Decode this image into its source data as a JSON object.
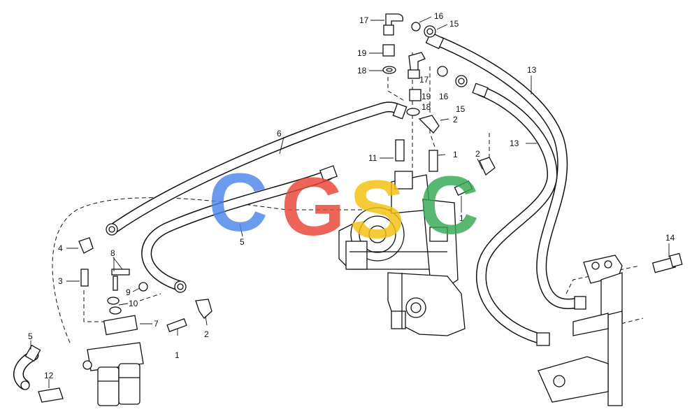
{
  "callouts": {
    "c1a": "1",
    "c1b": "1",
    "c1c": "1",
    "c2a": "2",
    "c2b": "2",
    "c2c": "2",
    "c3": "3",
    "c4": "4",
    "c5a": "5",
    "c5b": "5",
    "c6": "6",
    "c7": "7",
    "c8": "8",
    "c9": "9",
    "c10": "10",
    "c11": "11",
    "c12": "12",
    "c13a": "13",
    "c13b": "13",
    "c14": "14",
    "c15a": "15",
    "c15b": "15",
    "c16a": "16",
    "c16b": "16",
    "c17a": "17",
    "c17b": "17",
    "c18a": "18",
    "c18b": "18",
    "c19a": "19",
    "c19b": "19"
  },
  "watermark": {
    "letters": [
      "C",
      "G",
      "S",
      "C"
    ],
    "colors": [
      "#4a86e8",
      "#ea4335",
      "#f4c20d",
      "#34a853"
    ]
  }
}
